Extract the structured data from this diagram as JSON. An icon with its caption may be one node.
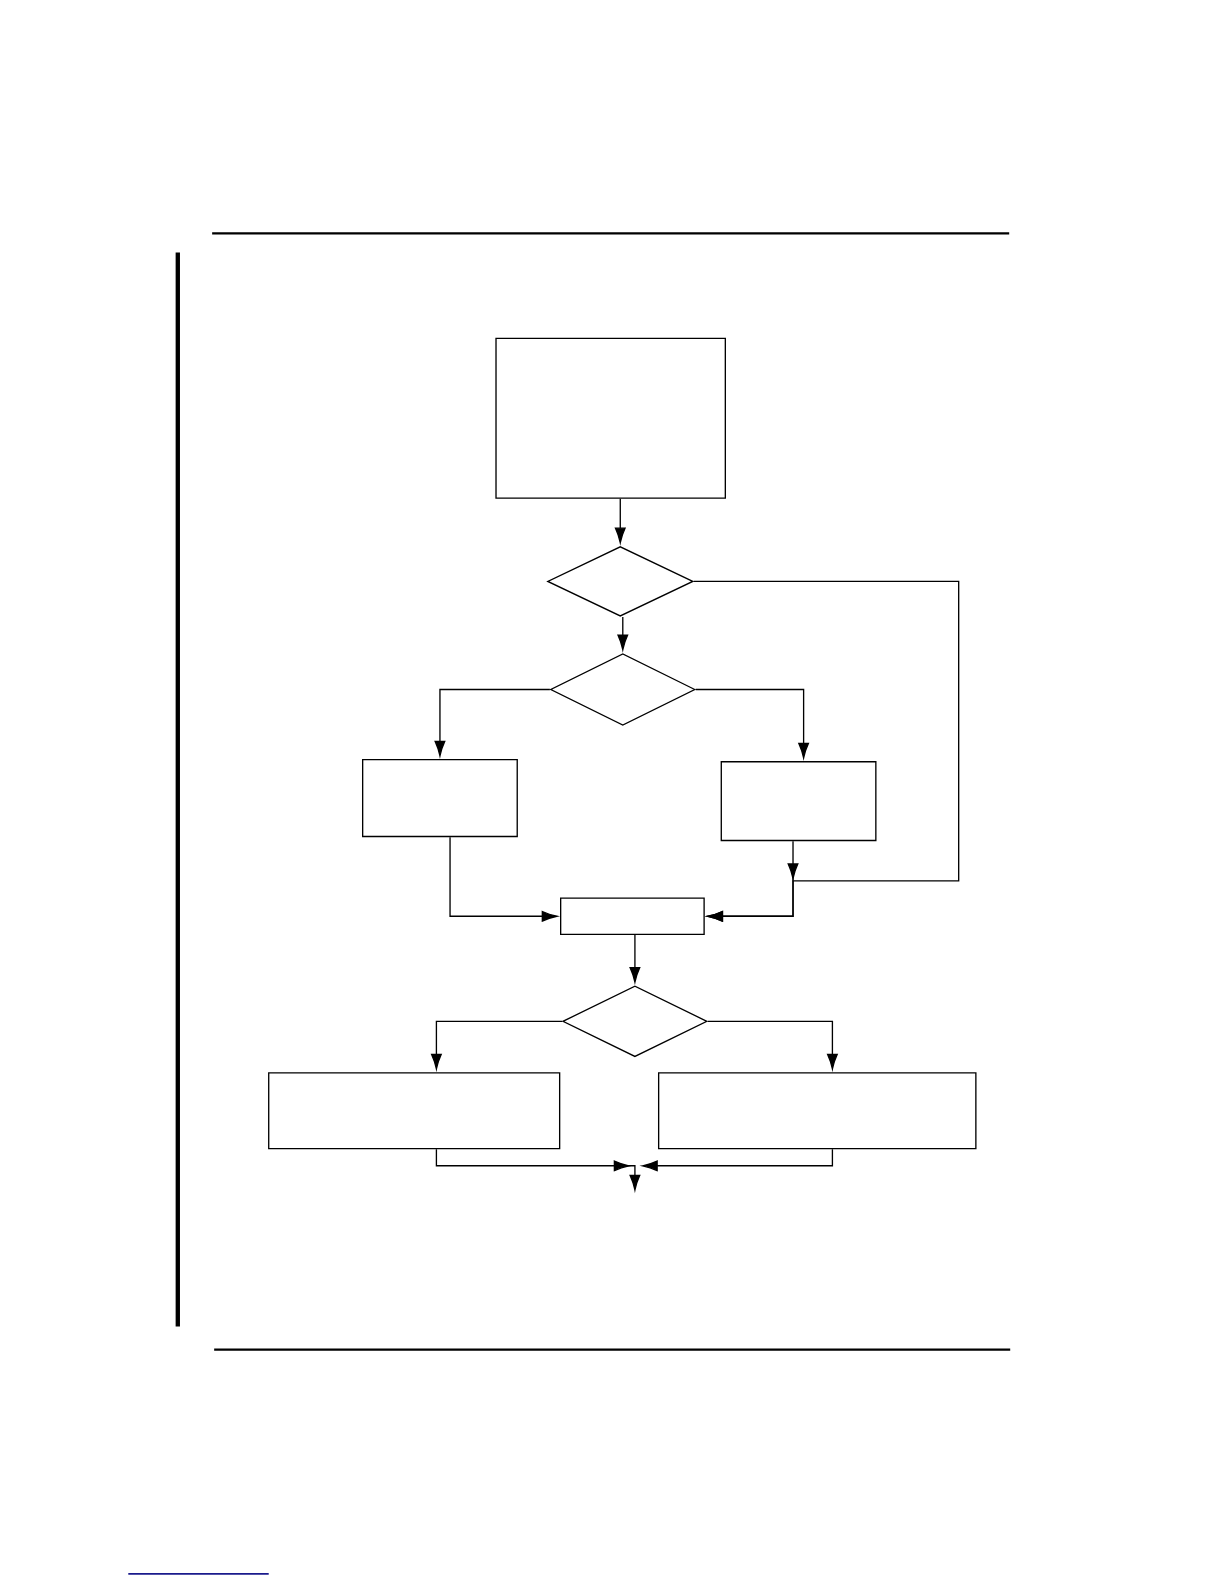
{
  "diagram": {
    "nodes": [
      {
        "text": [],
        "shape": "box"
      },
      {
        "text": [],
        "shape": "diamond"
      },
      {
        "text": [],
        "shape": "diamond"
      },
      {
        "text": [],
        "shape": "box"
      },
      {
        "text": [],
        "shape": "box"
      },
      {
        "text": [],
        "shape": "box"
      },
      {
        "text": [],
        "shape": "diamond"
      },
      {
        "text": [],
        "shape": "box"
      },
      {
        "text": [],
        "shape": "box"
      }
    ],
    "edges": [
      {
        "from": 0,
        "to": 1,
        "arrow": "to"
      },
      {
        "from": 1,
        "to": 2,
        "arrow": "to"
      },
      {
        "from": 1,
        "to": 5,
        "arrow": "to"
      },
      {
        "from": 2,
        "to": 3,
        "arrow": "to"
      },
      {
        "from": 2,
        "to": 4,
        "arrow": "to"
      },
      {
        "from": 3,
        "to": 5,
        "arrow": "to"
      },
      {
        "from": 4,
        "to": 5,
        "arrow": "to"
      },
      {
        "from": 5,
        "to": 6,
        "arrow": "to"
      },
      {
        "from": 6,
        "to": 7,
        "arrow": "to"
      },
      {
        "from": 6,
        "to": 8,
        "arrow": "to"
      },
      {
        "from": 7,
        "to": null,
        "arrow": "to"
      },
      {
        "from": 8,
        "to": null,
        "arrow": "to"
      }
    ]
  }
}
